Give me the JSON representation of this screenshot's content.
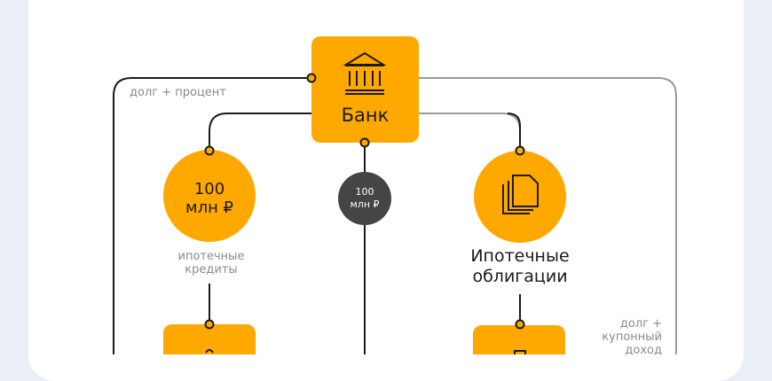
{
  "colors": {
    "accent": "#FFA800",
    "dark_node": "#454545",
    "line_dark": "#1a1a1a",
    "line_gray": "#9a9a9a",
    "text_gray": "#8a8a8a"
  },
  "bank": {
    "label": "Банк",
    "icon": "bank-building-icon"
  },
  "loan_amount": {
    "line1": "100",
    "line2": "млн ₽"
  },
  "cash_amount": {
    "line1": "100",
    "line2": "млн ₽"
  },
  "left_flow_label": "долг + процент",
  "mortgage_loans": {
    "line1": "ипотечные",
    "line2": "кредиты"
  },
  "mortgage_bonds": {
    "line1": "Ипотечные",
    "line2": "облигации",
    "icon": "documents-stack-icon"
  },
  "right_flow_label": {
    "line1": "долг +",
    "line2": "купонный",
    "line3": "доход"
  }
}
